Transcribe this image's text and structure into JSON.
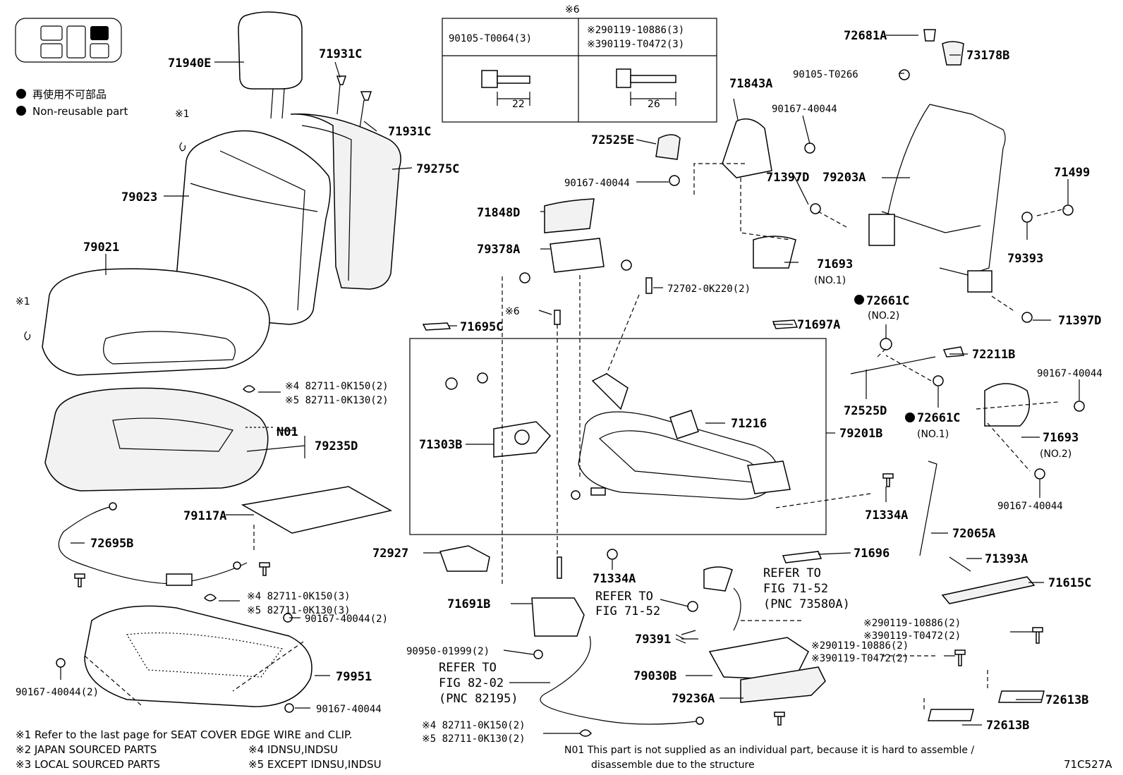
{
  "legend": {
    "jp": "再使用不可部品",
    "en": "Non-reusable part"
  },
  "table": {
    "header": "※6",
    "col1_label": "90105-T0064(3)",
    "col2_label_a": "※290119-10886(3)",
    "col2_label_b": "※390119-T0472(3)",
    "col1_dim": "22",
    "col2_dim": "26"
  },
  "labels": {
    "l71940E": "71940E",
    "l71931C_a": "71931C",
    "l71931C_b": "71931C",
    "l79275C": "79275C",
    "l79023": "79023",
    "l79021": "79021",
    "lx1a": "※1",
    "lx1b": "※1",
    "l8271a1": "※4 82711-0K150(2)",
    "l8271a2": "※5 82711-0K130(2)",
    "lN01": "N01",
    "l79235D": "79235D",
    "l79117A": "79117A",
    "l72695B": "72695B",
    "l8271b1": "※4 82711-0K150(3)",
    "l8271b2": "※5 82711-0K130(3)",
    "l90167_a": "90167-40044(2)",
    "l90167_b": "90167-40044(2)",
    "l79951": "79951",
    "l90167_c": "90167-40044",
    "l71848D": "71848D",
    "l79378A": "79378A",
    "l72702": "72702-0K220(2)",
    "lx6": "※6",
    "l71695C": "71695C",
    "l71697A": "71697A",
    "l71303B": "71303B",
    "l71216": "71216",
    "l79201B": "79201B",
    "l72927": "72927",
    "l71334A_a": "71334A",
    "l71691B": "71691B",
    "lref1a": "REFER TO",
    "lref1b": "FIG 71-52",
    "l90950": "90950-01999(2)",
    "lref2a": "REFER TO",
    "lref2b": "FIG 82-02",
    "lref2c": "(PNC 82195)",
    "l8271c1": "※4 82711-0K150(2)",
    "l8271c2": "※5 82711-0K130(2)",
    "l71843A": "71843A",
    "l90167_d": "90167-40044",
    "l72525E": "72525E",
    "l90167_e": "90167-40044",
    "l71397D_a": "71397D",
    "l79203A": "79203A",
    "l71693_a": "71693",
    "l71693_a_no": "(NO.1)",
    "l72681A": "72681A",
    "l73178B": "73178B",
    "l90105T0266": "90105-T0266",
    "l71499": "71499",
    "l79393": "79393",
    "l71397D_b": "71397D",
    "l72661C_a": "72661C",
    "l72661C_a_no": "(NO.2)",
    "l72211B": "72211B",
    "l72525D": "72525D",
    "l72661C_b": "72661C",
    "l72661C_b_no": "(NO.1)",
    "l90167_f": "90167-40044",
    "l71693_b": "71693",
    "l71693_b_no": "(NO.2)",
    "l90167_g": "90167-40044",
    "l71334A_b": "71334A",
    "l72065A": "72065A",
    "l71696": "71696",
    "lref3a": "REFER TO",
    "lref3b": "FIG 71-52",
    "lref3c": "(PNC 73580A)",
    "l71393A": "71393A",
    "l71615C": "71615C",
    "l79391": "79391",
    "l79030B": "79030B",
    "l79236A": "79236A",
    "lbolt_a1": "※290119-10886(2)",
    "lbolt_a2": "※390119-T0472(2)",
    "lbolt_b1": "※290119-10886(2)",
    "lbolt_b2": "※390119-T0472(2)",
    "l72613B_a": "72613B",
    "l72613B_b": "72613B"
  },
  "footnotes": {
    "f1": "※1  Refer to the last page for SEAT COVER EDGE WIRE and CLIP.",
    "f2": "※2  JAPAN SOURCED PARTS",
    "f3": "※3  LOCAL SOURCED PARTS",
    "f4": "※4 IDNSU,INDSU",
    "f5": "※5 EXCEPT IDNSU,INDSU",
    "n01a": "N01 This part is not supplied as an individual part, because it is hard to assemble /",
    "n01b": "disassemble due to the structure",
    "code": "71C527A"
  }
}
